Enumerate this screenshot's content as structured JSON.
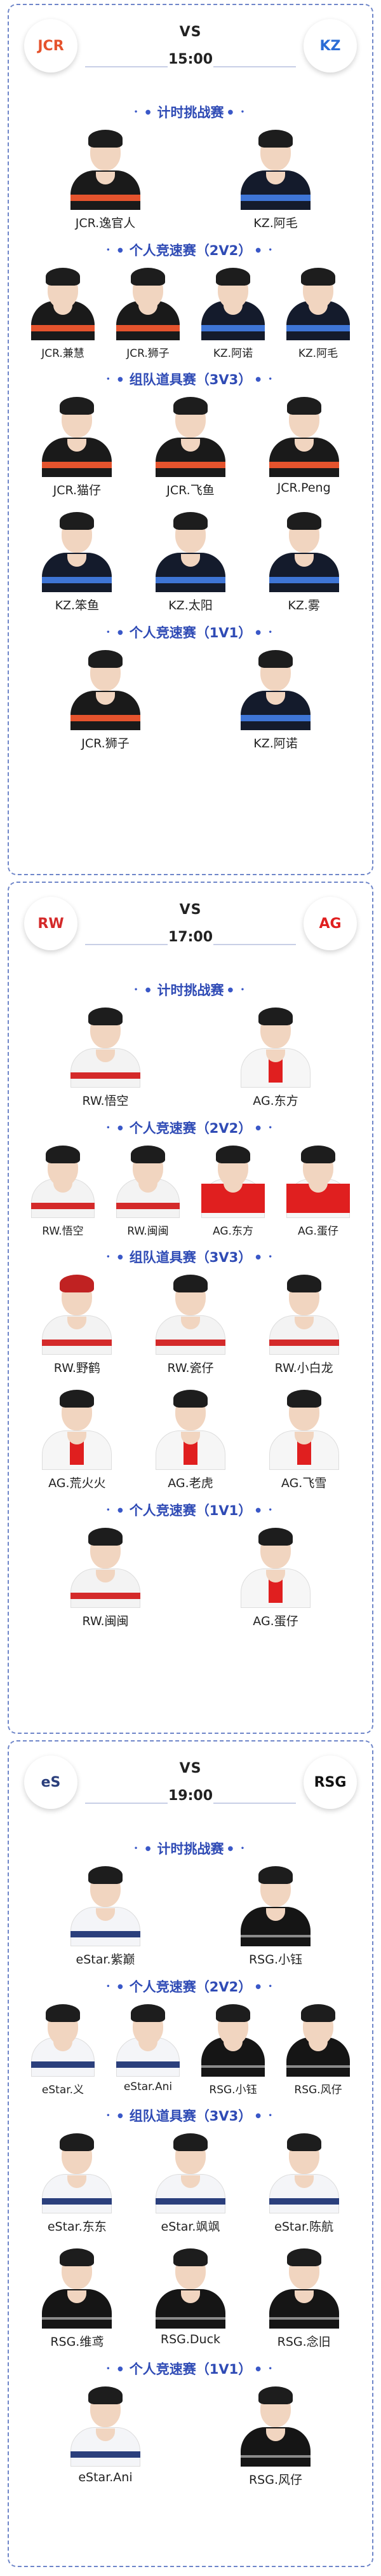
{
  "colors": {
    "accent": "#2f4bb5",
    "border": "#6f86c9"
  },
  "matches": [
    {
      "team_left": {
        "logo_text": "JCR",
        "logo_color": "#e5532d",
        "logo_icon": "jcr-logo-icon"
      },
      "team_right": {
        "logo_text": "KZ",
        "logo_color": "#2a6cd6",
        "logo_icon": "kz-logo-icon"
      },
      "vs": "VS",
      "time": "15:00",
      "rounds": [
        {
          "title": "计时挑战赛",
          "players": [
            {
              "name": "JCR.逸官人",
              "kit": "jcr"
            },
            {
              "name": "KZ.阿毛",
              "kit": "kz"
            }
          ]
        },
        {
          "title": "个人竞速赛（2V2）",
          "players": [
            {
              "name": "JCR.兼慧",
              "kit": "jcr"
            },
            {
              "name": "JCR.狮子",
              "kit": "jcr"
            },
            {
              "name": "KZ.阿诺",
              "kit": "kz"
            },
            {
              "name": "KZ.阿毛",
              "kit": "kz"
            }
          ]
        },
        {
          "title": "组队道具赛（3V3）",
          "players": [
            {
              "name": "JCR.猫仔",
              "kit": "jcr"
            },
            {
              "name": "JCR.飞鱼",
              "kit": "jcr"
            },
            {
              "name": "JCR.Peng",
              "kit": "jcr"
            }
          ],
          "players2": [
            {
              "name": "KZ.笨鱼",
              "kit": "kz"
            },
            {
              "name": "KZ.太阳",
              "kit": "kz"
            },
            {
              "name": "KZ.雾",
              "kit": "kz"
            }
          ]
        },
        {
          "title": "个人竞速赛（1V1）",
          "players": [
            {
              "name": "JCR.狮子",
              "kit": "jcr"
            },
            {
              "name": "KZ.阿诺",
              "kit": "kz"
            }
          ]
        }
      ]
    },
    {
      "team_left": {
        "logo_text": "RW",
        "logo_color": "#d42a2a",
        "logo_icon": "rw-logo-icon"
      },
      "team_right": {
        "logo_text": "AG",
        "logo_color": "#e01f1f",
        "logo_icon": "ag-logo-icon"
      },
      "vs": "VS",
      "time": "17:00",
      "rounds": [
        {
          "title": "计时挑战赛",
          "players": [
            {
              "name": "RW.悟空",
              "kit": "rw"
            },
            {
              "name": "AG.东方",
              "kit": "ag"
            }
          ]
        },
        {
          "title": "个人竞速赛（2V2）",
          "players": [
            {
              "name": "RW.悟空",
              "kit": "rw"
            },
            {
              "name": "RW.闽闽",
              "kit": "rw"
            },
            {
              "name": "AG.东方",
              "kit": "ag"
            },
            {
              "name": "AG.蛋仔",
              "kit": "ag"
            }
          ]
        },
        {
          "title": "组队道具赛（3V3）",
          "players": [
            {
              "name": "RW.野鹤",
              "kit": "rw",
              "red": true
            },
            {
              "name": "RW.瓷仔",
              "kit": "rw"
            },
            {
              "name": "RW.小白龙",
              "kit": "rw"
            }
          ],
          "players2": [
            {
              "name": "AG.荒火火",
              "kit": "ag"
            },
            {
              "name": "AG.老虎",
              "kit": "ag"
            },
            {
              "name": "AG.飞雪",
              "kit": "ag"
            }
          ]
        },
        {
          "title": "个人竞速赛（1V1）",
          "players": [
            {
              "name": "RW.闽闽",
              "kit": "rw"
            },
            {
              "name": "AG.蛋仔",
              "kit": "ag"
            }
          ]
        }
      ]
    },
    {
      "team_left": {
        "logo_text": "eS",
        "logo_color": "#2b3f7c",
        "logo_icon": "estar-logo-icon"
      },
      "team_right": {
        "logo_text": "RSG",
        "logo_color": "#111111",
        "logo_icon": "rsg-logo-icon"
      },
      "vs": "VS",
      "time": "19:00",
      "rounds": [
        {
          "title": "计时挑战赛",
          "players": [
            {
              "name": "eStar.紫巅",
              "kit": "estar"
            },
            {
              "name": "RSG.小钰",
              "kit": "rsg"
            }
          ]
        },
        {
          "title": "个人竞速赛（2V2）",
          "players": [
            {
              "name": "eStar.义",
              "kit": "estar"
            },
            {
              "name": "eStar.Ani",
              "kit": "estar"
            },
            {
              "name": "RSG.小钰",
              "kit": "rsg"
            },
            {
              "name": "RSG.风仔",
              "kit": "rsg"
            }
          ]
        },
        {
          "title": "组队道具赛（3V3）",
          "players": [
            {
              "name": "eStar.东东",
              "kit": "estar"
            },
            {
              "name": "eStar.飒飒",
              "kit": "estar"
            },
            {
              "name": "eStar.陈航",
              "kit": "estar"
            }
          ],
          "players2": [
            {
              "name": "RSG.维鸢",
              "kit": "rsg"
            },
            {
              "name": "RSG.Duck",
              "kit": "rsg"
            },
            {
              "name": "RSG.念旧",
              "kit": "rsg"
            }
          ]
        },
        {
          "title": "个人竞速赛（1V1）",
          "players": [
            {
              "name": "eStar.Ani",
              "kit": "estar"
            },
            {
              "name": "RSG.风仔",
              "kit": "rsg"
            }
          ]
        }
      ]
    }
  ]
}
